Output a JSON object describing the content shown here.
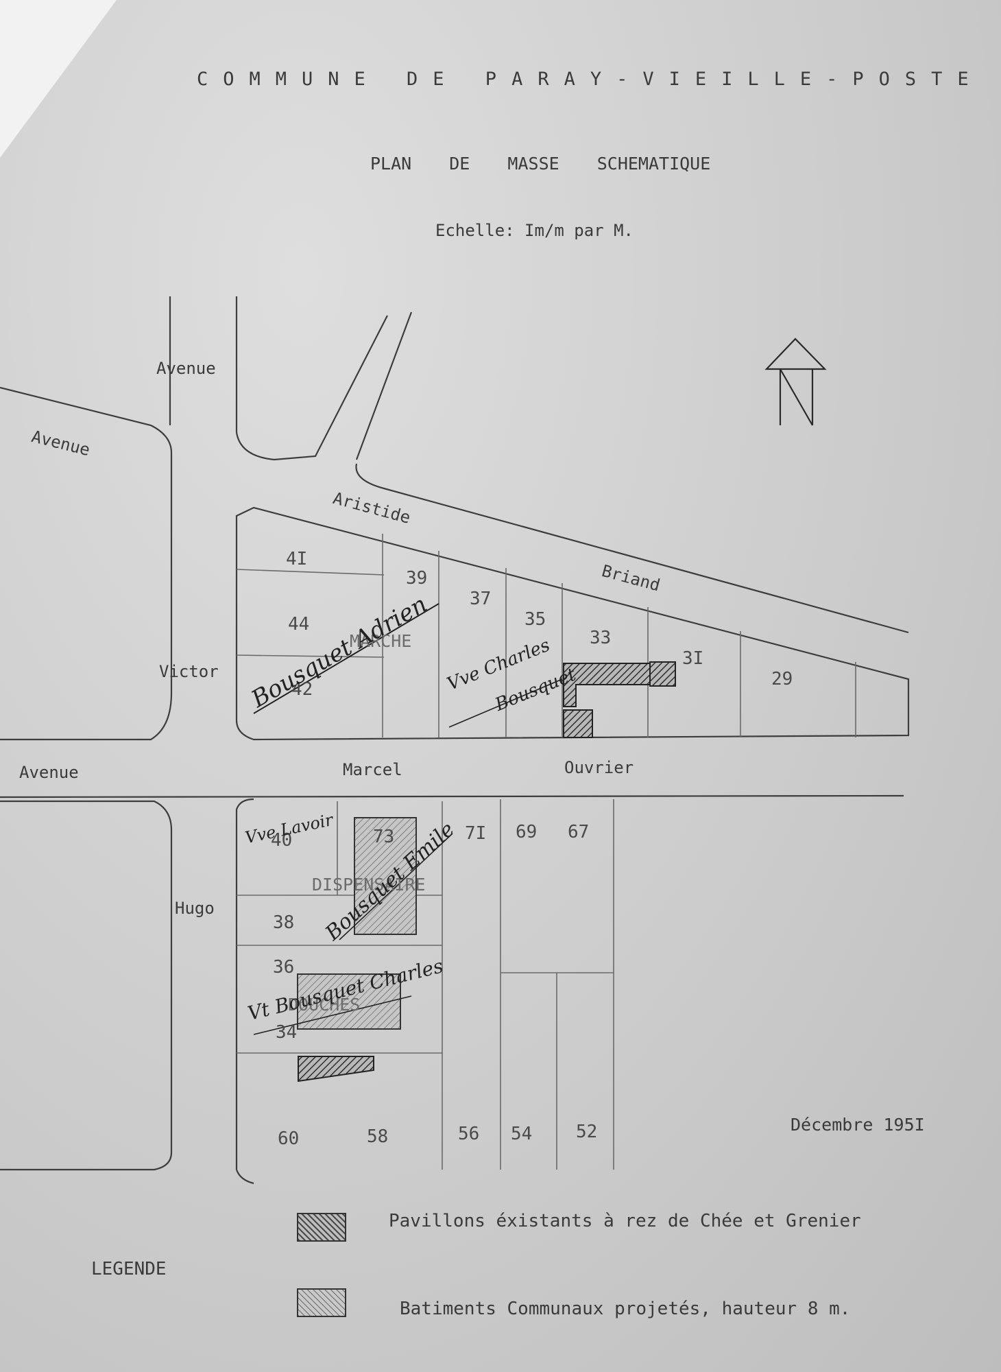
{
  "header": {
    "commune": "COMMUNE DE PARAY-VIEILLE-POSTE",
    "plan_title": "PLAN DE MASSE SCHEMATIQUE",
    "scale": "Echelle: Im/m par M."
  },
  "streets": {
    "avenue_top": "Avenue",
    "avenue_left": "Avenue",
    "aristide": "Aristide",
    "briand": "Briand",
    "victor": "Victor",
    "hugo": "Hugo",
    "avenue_bottom": "Avenue",
    "marcel": "Marcel",
    "ouvrier": "Ouvrier"
  },
  "north_arrow": {
    "letter": "N",
    "icon": "north-arrow-icon"
  },
  "lots_north": [
    "4I",
    "39",
    "37",
    "35",
    "33",
    "3I",
    "29",
    "44",
    "42"
  ],
  "lots_south": [
    "40",
    "73",
    "7I",
    "69",
    "67",
    "38",
    "36",
    "34",
    "60",
    "58",
    "56",
    "54",
    "52"
  ],
  "building_labels": {
    "marche": "MARCHE",
    "dispensaire": "DISPENSAIRE",
    "douches": "DOUCHES"
  },
  "annotations": {
    "adrien": "Bousquet Adrien",
    "charles_north_line1": "Vve Charles",
    "charles_north_line2": "Bousquet",
    "lavoir": "Vve Lavoir",
    "emile": "Bousquet Emile",
    "charles_south": "Vt Bousquet Charles"
  },
  "date": "Décembre 195I",
  "legend": {
    "title": "LEGENDE",
    "existing": "Pavillons éxistants à rez de Chée et Grenier",
    "planned": "Batiments Communaux projetés, hauteur 8 m."
  },
  "colors": {
    "paper": "#cbcbcb",
    "ink": "#3a3a3a",
    "handwriting": "#222222"
  }
}
